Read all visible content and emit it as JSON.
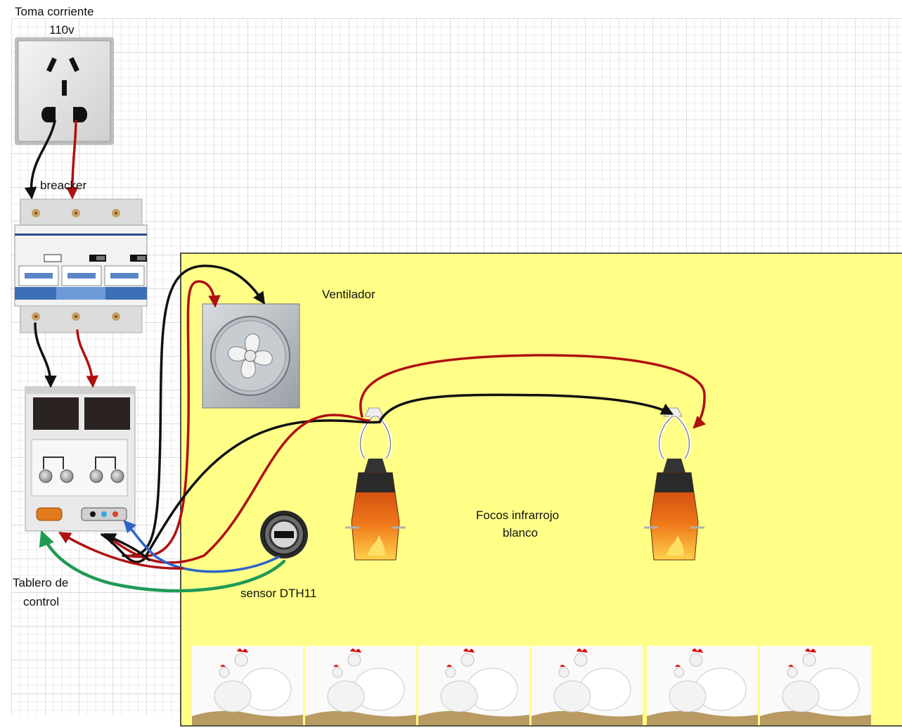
{
  "labels": {
    "outlet_title": "Toma corriente",
    "outlet_voltage": "110v",
    "breaker": "breacker",
    "fan": "Ventilador",
    "lamps_line1": "Focos infrarrojo",
    "lamps_line2": "blanco",
    "control_line1": "Tablero de",
    "control_line2": "control",
    "sensor": "sensor DTH11"
  },
  "colors": {
    "grid_line": "#c8c8c8",
    "enclosure_fill": "#ffff88",
    "wire_black": "#111111",
    "wire_red": "#b01010",
    "wire_blue": "#2e64c8",
    "wire_green": "#1f9a55"
  },
  "components": {
    "breaker_poles": 3,
    "heat_lamp_count": 2,
    "chicken_panels": 6
  }
}
